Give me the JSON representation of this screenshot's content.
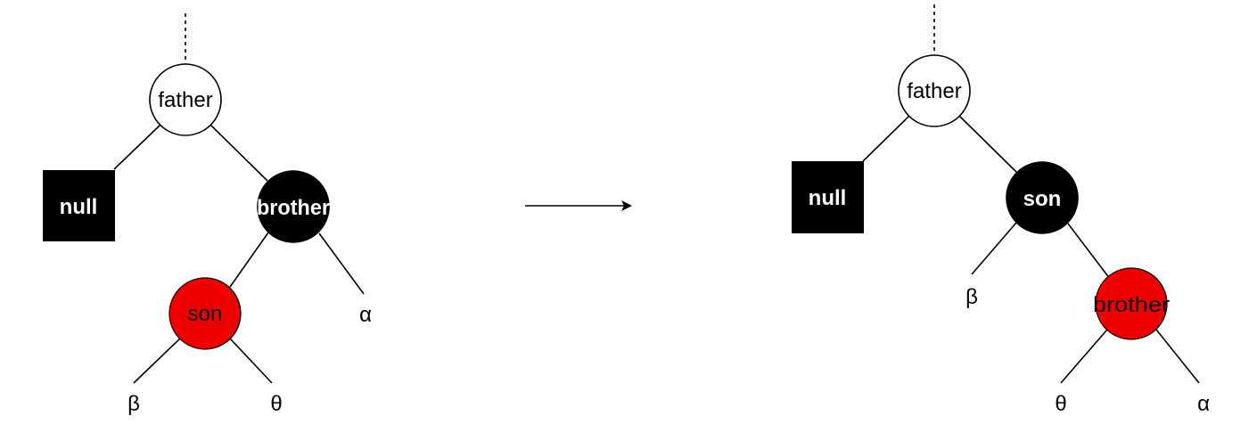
{
  "colors": {
    "background": "#ffffff",
    "black_node": "#000000",
    "red_node": "#ee0000",
    "white_node": "#ffffff",
    "edge": "#000000"
  },
  "left_tree": {
    "father": "father",
    "null": "null",
    "brother": "brother",
    "son": "son",
    "alpha": "α",
    "beta": "β",
    "theta": "θ"
  },
  "right_tree": {
    "father": "father",
    "null": "null",
    "son": "son",
    "brother": "brother",
    "alpha": "α",
    "beta": "β",
    "theta": "θ"
  },
  "arrow": {
    "icon": "arrow-right-icon"
  }
}
